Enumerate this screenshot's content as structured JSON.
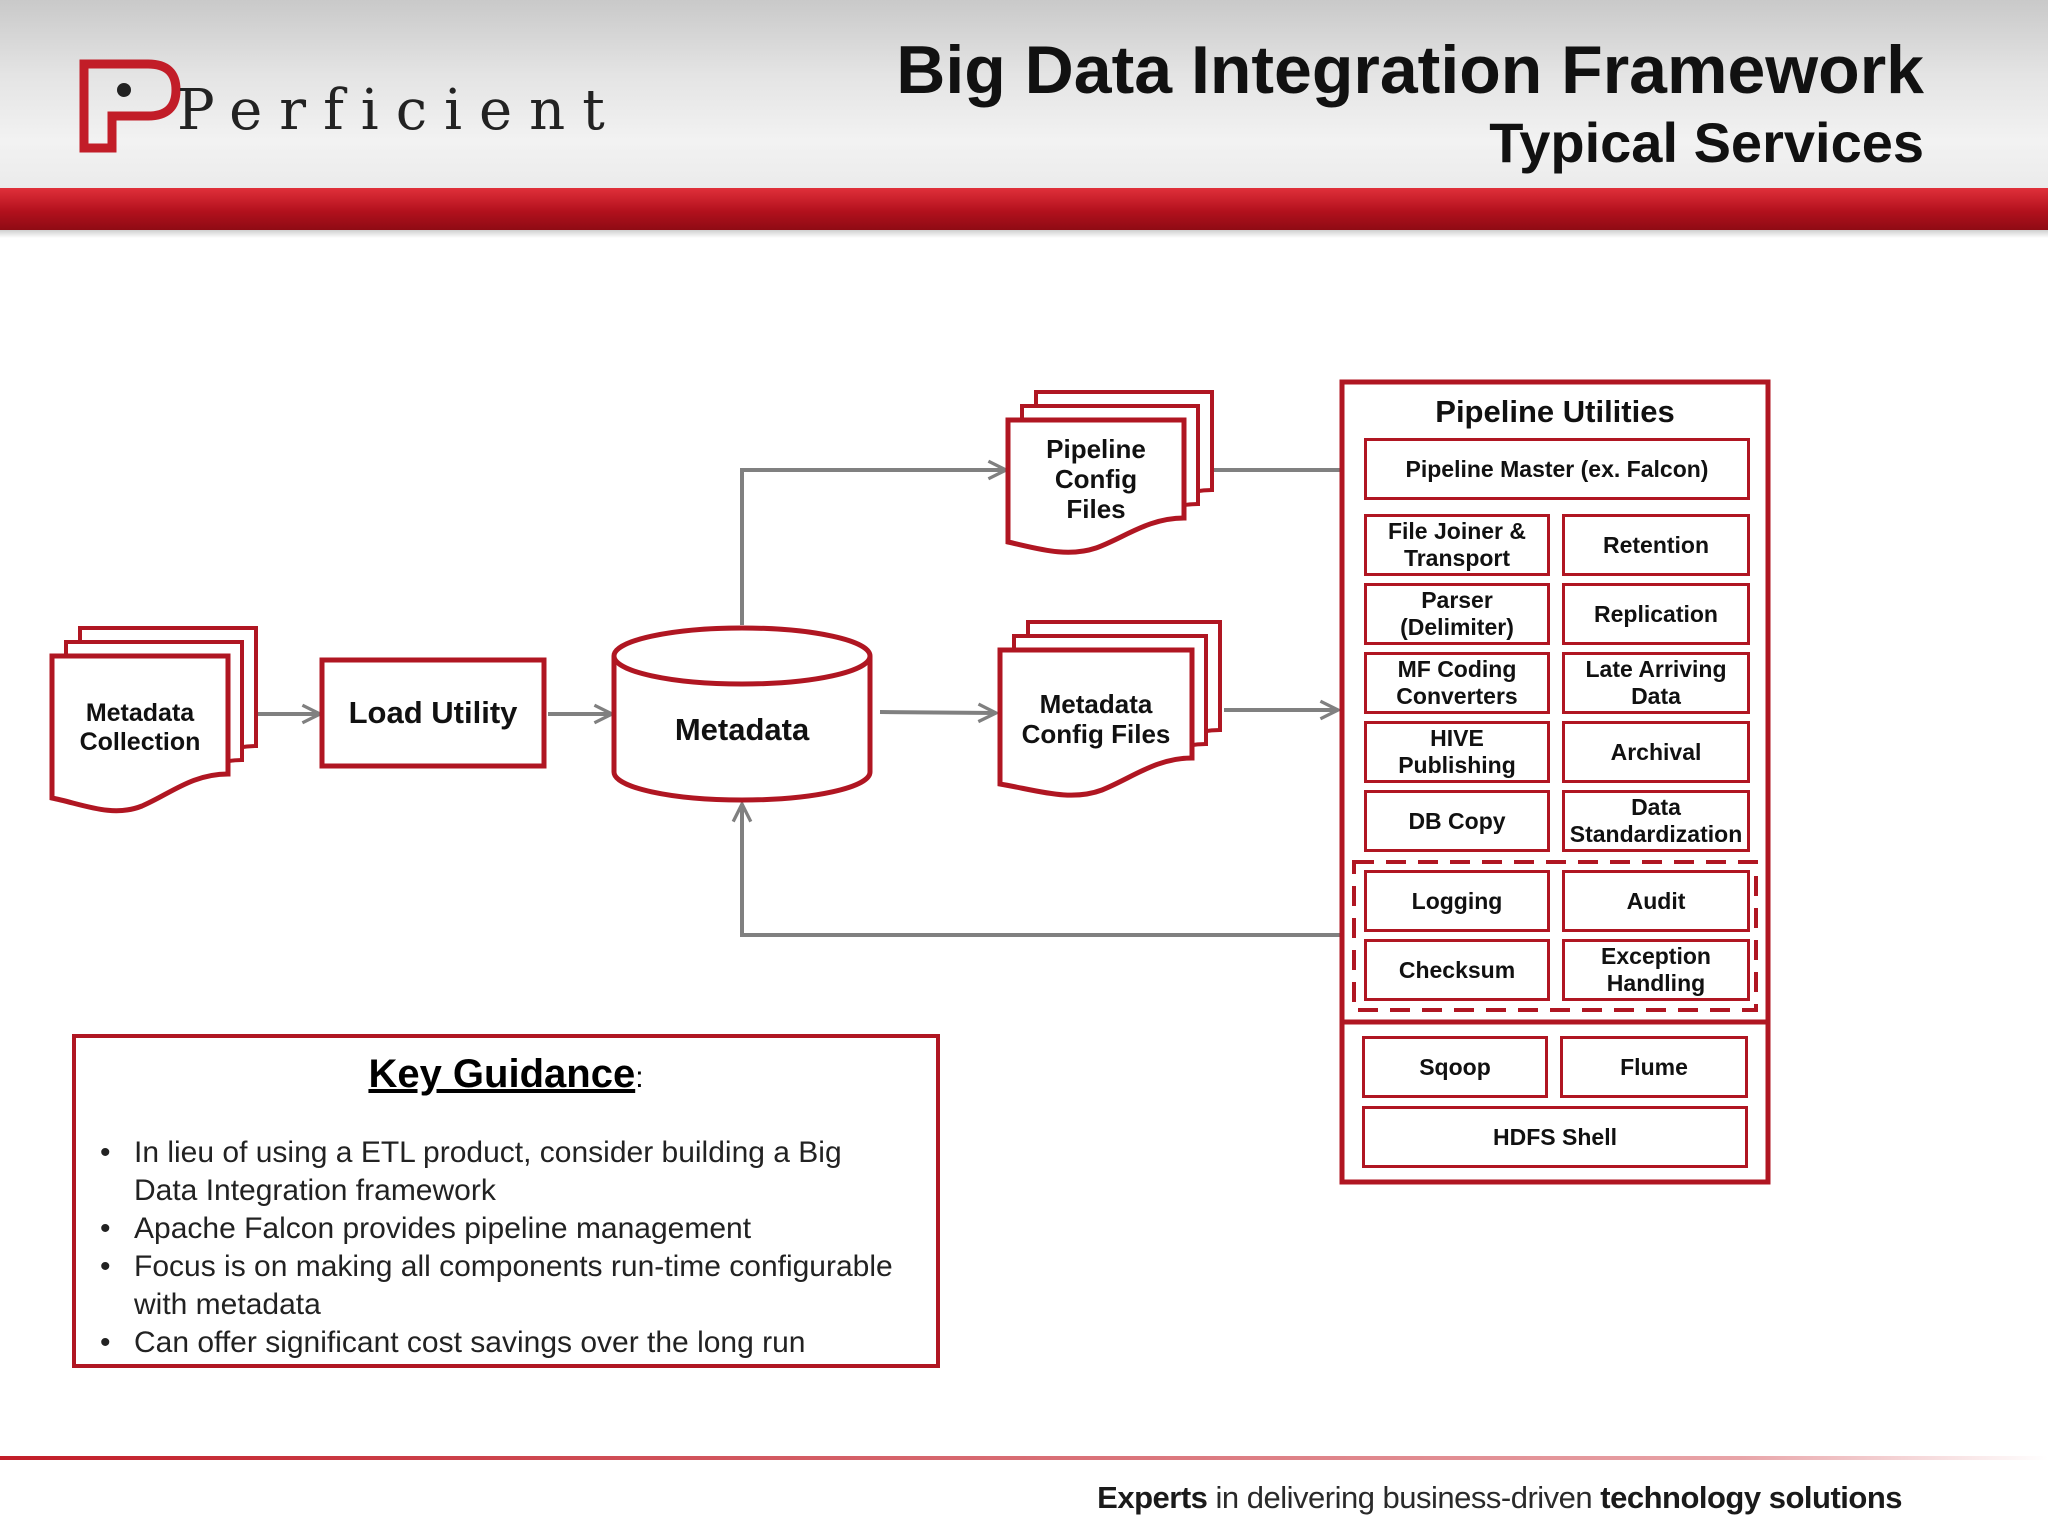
{
  "header": {
    "logo_text": "Perficient",
    "title": "Big Data Integration Framework",
    "subtitle": "Typical Services"
  },
  "diagram": {
    "metadata_collection": "Metadata Collection",
    "load_utility": "Load Utility",
    "metadata": "Metadata",
    "pipeline_config_files": "Pipeline Config Files",
    "metadata_config_files": "Metadata Config Files"
  },
  "pipeline_utilities": {
    "title": "Pipeline Utilities",
    "master": "Pipeline Master (ex. Falcon)",
    "items": [
      "File Joiner & Transport",
      "Retention",
      "Parser (Delimiter)",
      "Replication",
      "MF Coding Converters",
      "Late Arriving Data",
      "HIVE Publishing",
      "Archival",
      "DB Copy",
      "Data Standardization"
    ],
    "dashed_group": [
      "Logging",
      "Audit",
      "Checksum",
      "Exception Handling"
    ],
    "bottom": [
      "Sqoop",
      "Flume"
    ],
    "hdfs": "HDFS Shell"
  },
  "guidance": {
    "title": "Key Guidance",
    "colon": ":",
    "bullets": [
      "In lieu of using a ETL product, consider building a Big Data Integration framework",
      "Apache Falcon provides pipeline management",
      "Focus is on making all components run-time configurable with metadata",
      "Can offer significant cost savings over the long run"
    ]
  },
  "footer": {
    "text_strong_1": "Experts",
    "text_mid": " in delivering business-driven ",
    "text_strong_2": "technology solutions"
  },
  "colors": {
    "brand_red": "#b01622",
    "arrow_gray": "#808080"
  }
}
